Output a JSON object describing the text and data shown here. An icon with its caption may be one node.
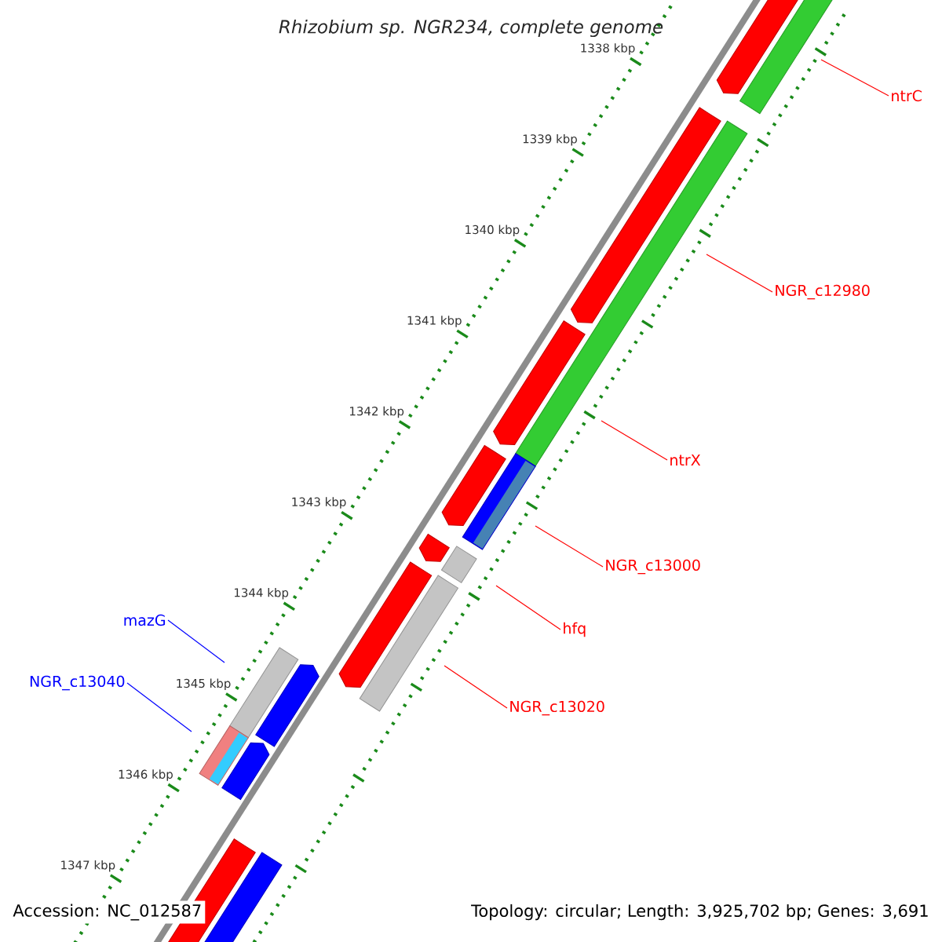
{
  "diagram": {
    "title": "Rhizobium sp. NGR234, complete genome",
    "nodes": [
      {
        "text": [
          "ntrC"
        ]
      },
      {
        "text": [
          "NGR_c12980"
        ]
      },
      {
        "text": [
          "ntrX"
        ]
      },
      {
        "text": [
          "NGR_c13000"
        ]
      },
      {
        "text": [
          "hfq"
        ]
      },
      {
        "text": [
          "NGR_c13020"
        ]
      },
      {
        "text": [
          "mazG"
        ]
      },
      {
        "text": [
          "NGR_c13040"
        ]
      }
    ],
    "edges": [
      {
        "from": 0,
        "to": null,
        "arrow": "none"
      },
      {
        "from": 1,
        "to": null,
        "arrow": "none"
      },
      {
        "from": 2,
        "to": null,
        "arrow": "none"
      },
      {
        "from": 3,
        "to": null,
        "arrow": "none"
      },
      {
        "from": 4,
        "to": null,
        "arrow": "none"
      },
      {
        "from": 5,
        "to": null,
        "arrow": "none"
      },
      {
        "from": 6,
        "to": null,
        "arrow": "none",
        "color": "#0000ff"
      },
      {
        "from": 7,
        "to": null,
        "arrow": "none",
        "color": "#0000ff"
      }
    ],
    "labels": [
      "1338 kbp",
      "1339 kbp",
      "1340 kbp",
      "1341 kbp",
      "1342 kbp",
      "1343 kbp",
      "1344 kbp",
      "1345 kbp",
      "1346 kbp",
      "1347 kbp",
      "Accession: NC_012587",
      "Topology: circular; Length: 3,925,702 bp; Genes: 3,691"
    ]
  }
}
